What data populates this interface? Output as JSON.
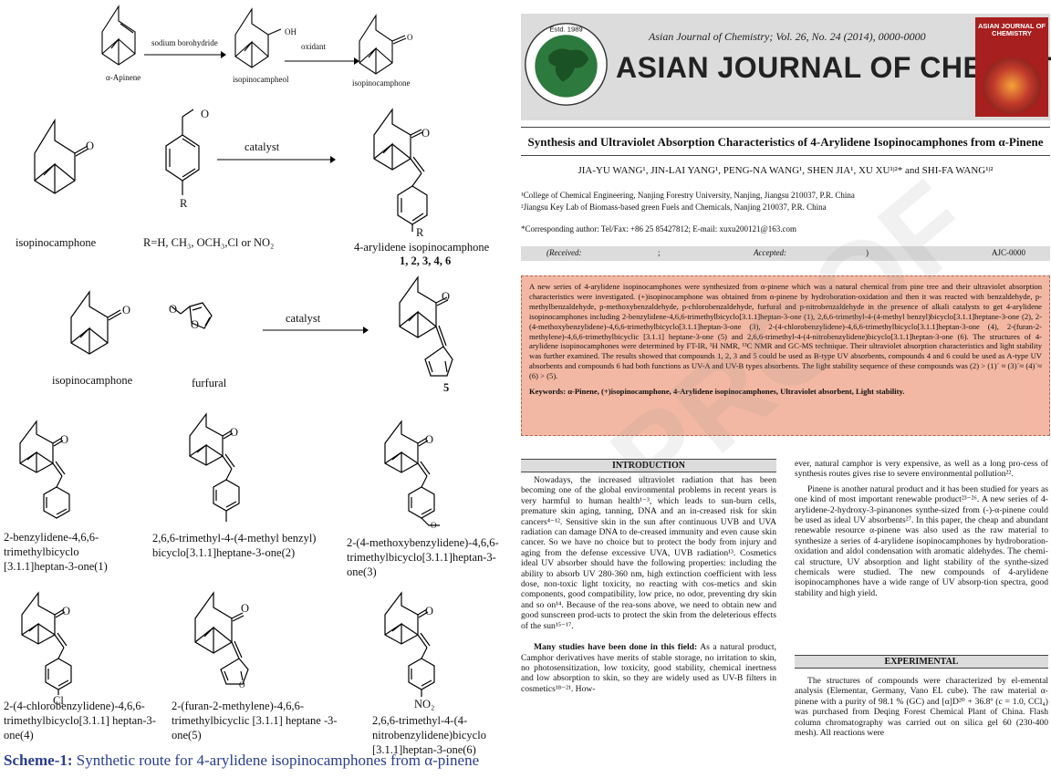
{
  "scheme": {
    "row1": {
      "apinene": "α-Apinene",
      "reagent1": "sodium borohydride",
      "isopinocampheol": "isopinocampheol",
      "reagent2": "oxidant",
      "isopinocamphone": "isopinocamphone",
      "oh": "OH",
      "o": "O"
    },
    "row2": {
      "isopinocamphone": "isopinocamphone",
      "r_def": "R=H, CH₃, OCH₃,Cl or NO₂",
      "catalyst": "catalyst",
      "product": "4-arylidene isopinocamphone",
      "product_num": "1, 2, 3, 4, 6",
      "r": "R",
      "o": "O"
    },
    "row3": {
      "isopinocamphone": "isopinocamphone",
      "furfural": "furfural",
      "catalyst": "catalyst",
      "num": "5",
      "o": "O"
    },
    "compounds": [
      "2-benzylidene-4,6,6-trimethylbicyclo [3.1.1]heptan-3-one(1)",
      "2,6,6-trimethyl-4-(4-methyl benzyl) bicyclo[3.1.1]heptane-3-one(2)",
      "2-(4-methoxybenzylidene)-4,6,6-trimethylbicyclo[3.1.1]heptan-3-one(3)",
      "2-(4-chlorobenzylidene)-4,6,6-trimethylbicyclo[3.1.1] heptan-3-one(4)",
      "2-(furan-2-methylene)-4,6,6-trimethylbicyclic [3.1.1] heptane -3-one(5)",
      "2,6,6-trimethyl-4-(4-nitrobenzylidene)bicyclo [3.1.1]heptan-3-one(6)"
    ],
    "subst": {
      "cl": "Cl",
      "no2": "NO₂",
      "o": "O"
    },
    "caption_label": "Scheme-1:",
    "caption_text": " Synthetic route for 4-arylidene isopinocamphones from α-pinene"
  },
  "journal": {
    "info": "Asian Journal of Chemistry;  Vol. 26, No. 24 (2014), 0000-0000",
    "name": "ASIAN JOURNAL OF CHEMISTRY",
    "logo_est": "Estd. 1989",
    "cover_title": "ASIAN JOURNAL OF CHEMISTRY"
  },
  "paper": {
    "title": "Synthesis and Ultraviolet Absorption Characteristics of 4-Arylidene Isopinocamphones from α-Pinene",
    "authors": "JIA-YU WANG¹, JIN-LAI YANG¹, PENG-NA WANG¹, SHEN JIA¹, XU XU¹ʲ²* and SHI-FA WANG¹ʲ²",
    "aff1": "¹College of Chemical Engineering, Nanjing Forestry University, Nanjing, Jiangsu 210037, P.R. China",
    "aff2": "²Jiangsu Key Lab of Biomass-based green Fuels and Chemicals, Nanjing 210037, P.R. China",
    "corr": "*Corresponding author: Tel/Fax: +86 25 85427812; E-mail: xuxu200121@163.com",
    "received": "(Received:",
    "semi": ";",
    "accepted": "Accepted:",
    "close": ")",
    "ajc": "AJC-0000",
    "abstract": "A new series of 4-arylidene isopinocamphones were synthesized from α-pinene which was a natural chemical from pine tree and their ultraviolet absorption characteristics were investigated. (+)isopinocamphone was obtained from α-pinene by hydroboration-oxidation and then it was reacted with benzaldehyde, p-methylbenzaldehyde, p-methoxybenzaldehyde, p-chlorobenzaldehyde, furfural and p-nitrobenzaldehyde in the presence of alkali catalysts to get 4-arylidene isopinocamphones including 2-benzylidene-4,6,6-trimethylbicyclo[3.1.1]heptan-3-one (1), 2,6,6-trimethyl-4-(4-methyl benzyl)bicyclo[3.1.1]heptane-3-one (2), 2-(4-methoxybenzylidene)-4,6,6-trimethylbicyclo[3.1.1]heptan-3-one (3), 2-(4-chlorobenzylidene)-4,6,6-trimethylbicyclo[3.1.1]heptan-3-one (4), 2-(furan-2-methylene)-4,6,6-trimethylbicyclic [3.1.1] heptane-3-one (5) and 2,6,6-trimethyl-4-(4-nitrobenzylidene)bicyclo[3.1.1]heptan-3-one (6). The structures of 4-arylidene isopinocamphones were determined by FT-IR, ¹H NMR, ¹³C NMR and GC-MS technique. Their ultraviolet absorption characteristics and light stability was further examined. The results showed that compounds 1, 2, 3 and 5 could be used as B-type UV absorbents, compounds 4 and 6 could be used as A-type UV absorbents and compounds 6 had both functions as UV-A and UV-B types absorbents. The light stability sequence of these compounds was (2) > (1)´ ≈ (3)´≈ (4)´≈ (6) > (5).",
    "keywords_label": "Keywords:",
    "keywords": " α-Pinene, (+)isopinocamphone, 4-Arylidene isopinocamphones, Ultraviolet absorbent, Light stability.",
    "intro_head": "INTRODUCTION",
    "intro_p1": "Nowadays, the increased ultraviolet radiation that has been becoming one of the global environmental problems in recent years is very harmful to human health¹⁻³, which leads to sun-burn cells, premature skin aging, tanning, DNA and an in-creased risk for skin cancers⁴⁻¹². Sensitive skin in the sun after continuous UVB and UVA radiation can damage DNA to de-creased immunity and even cause skin cancer. So we have no choice but to protect the body from injury and aging from the defense excessive UVA, UVB radiation¹³. Cosmetics ideal UV absorber should have the following properties: including the ability to absorb UV 280-360 nm, high extinction coefficient with less dose, non-toxic light toxicity, no reacting with cos-metics and skin components, good compatibility, low price, no odor, preventing dry skin and so on¹⁴. Because of the rea-sons above, we need to obtain new and good sunscreen prod-ucts to protect the skin from the deleterious effects of the sun¹⁵⁻¹⁷.",
    "intro_p2_bold": "Many studies have been done in this field:",
    "intro_p2": " As a natural product, Camphor derivatives have merits of stable storage, no irritation to skin, no photosensitization, low toxicity, good stability, chemical inertness and low absorption to skin, so they are widely used as UV-B filters in cosmetics¹⁸⁻²¹. How-",
    "col2_p1": "ever, natural camphor is very expensive, as well as a long pro-cess of synthesis routes gives rise to severe environmental pollution²².",
    "col2_p2": "Pinene is another natural product and it has been studied for years as one kind of most important renewable product²³⁻²⁶. A new series of 4-arylidene-2-hydroxy-3-pinanones synthe-sized from (-)-α-pinene could be used as ideal UV absorbents²⁷. In this paper, the cheap and abundant renewable resource α-pinene was also used as the raw material to synthesize a series of 4-arylidene isopinocamphones by hydroboration-oxidation and aldol condensation with aromatic aldehydes. The chemi-cal structure, UV absorption and light stability of the synthe-sized chemicals were studied. The new compounds of 4-arylidene isopinocamphones have a wide range of UV absorp-tion spectra, good stability and high yield.",
    "exp_head": "EXPERIMENTAL",
    "exp_p1": "The structures of compounds were characterized by el-emental analysis (Elementar, Germany, Vano EL cube). The raw material α-pinene with a purity of 98.1 % (GC) and [α]D²⁰ + 36.8º (c = 1.0, CCl₄) was purchased from Deqing Forest Chemical Plant of China. Flash column chromatography was carried out on silica gel 60 (230-400 mesh). All reactions were",
    "watermark": "PROOF"
  }
}
